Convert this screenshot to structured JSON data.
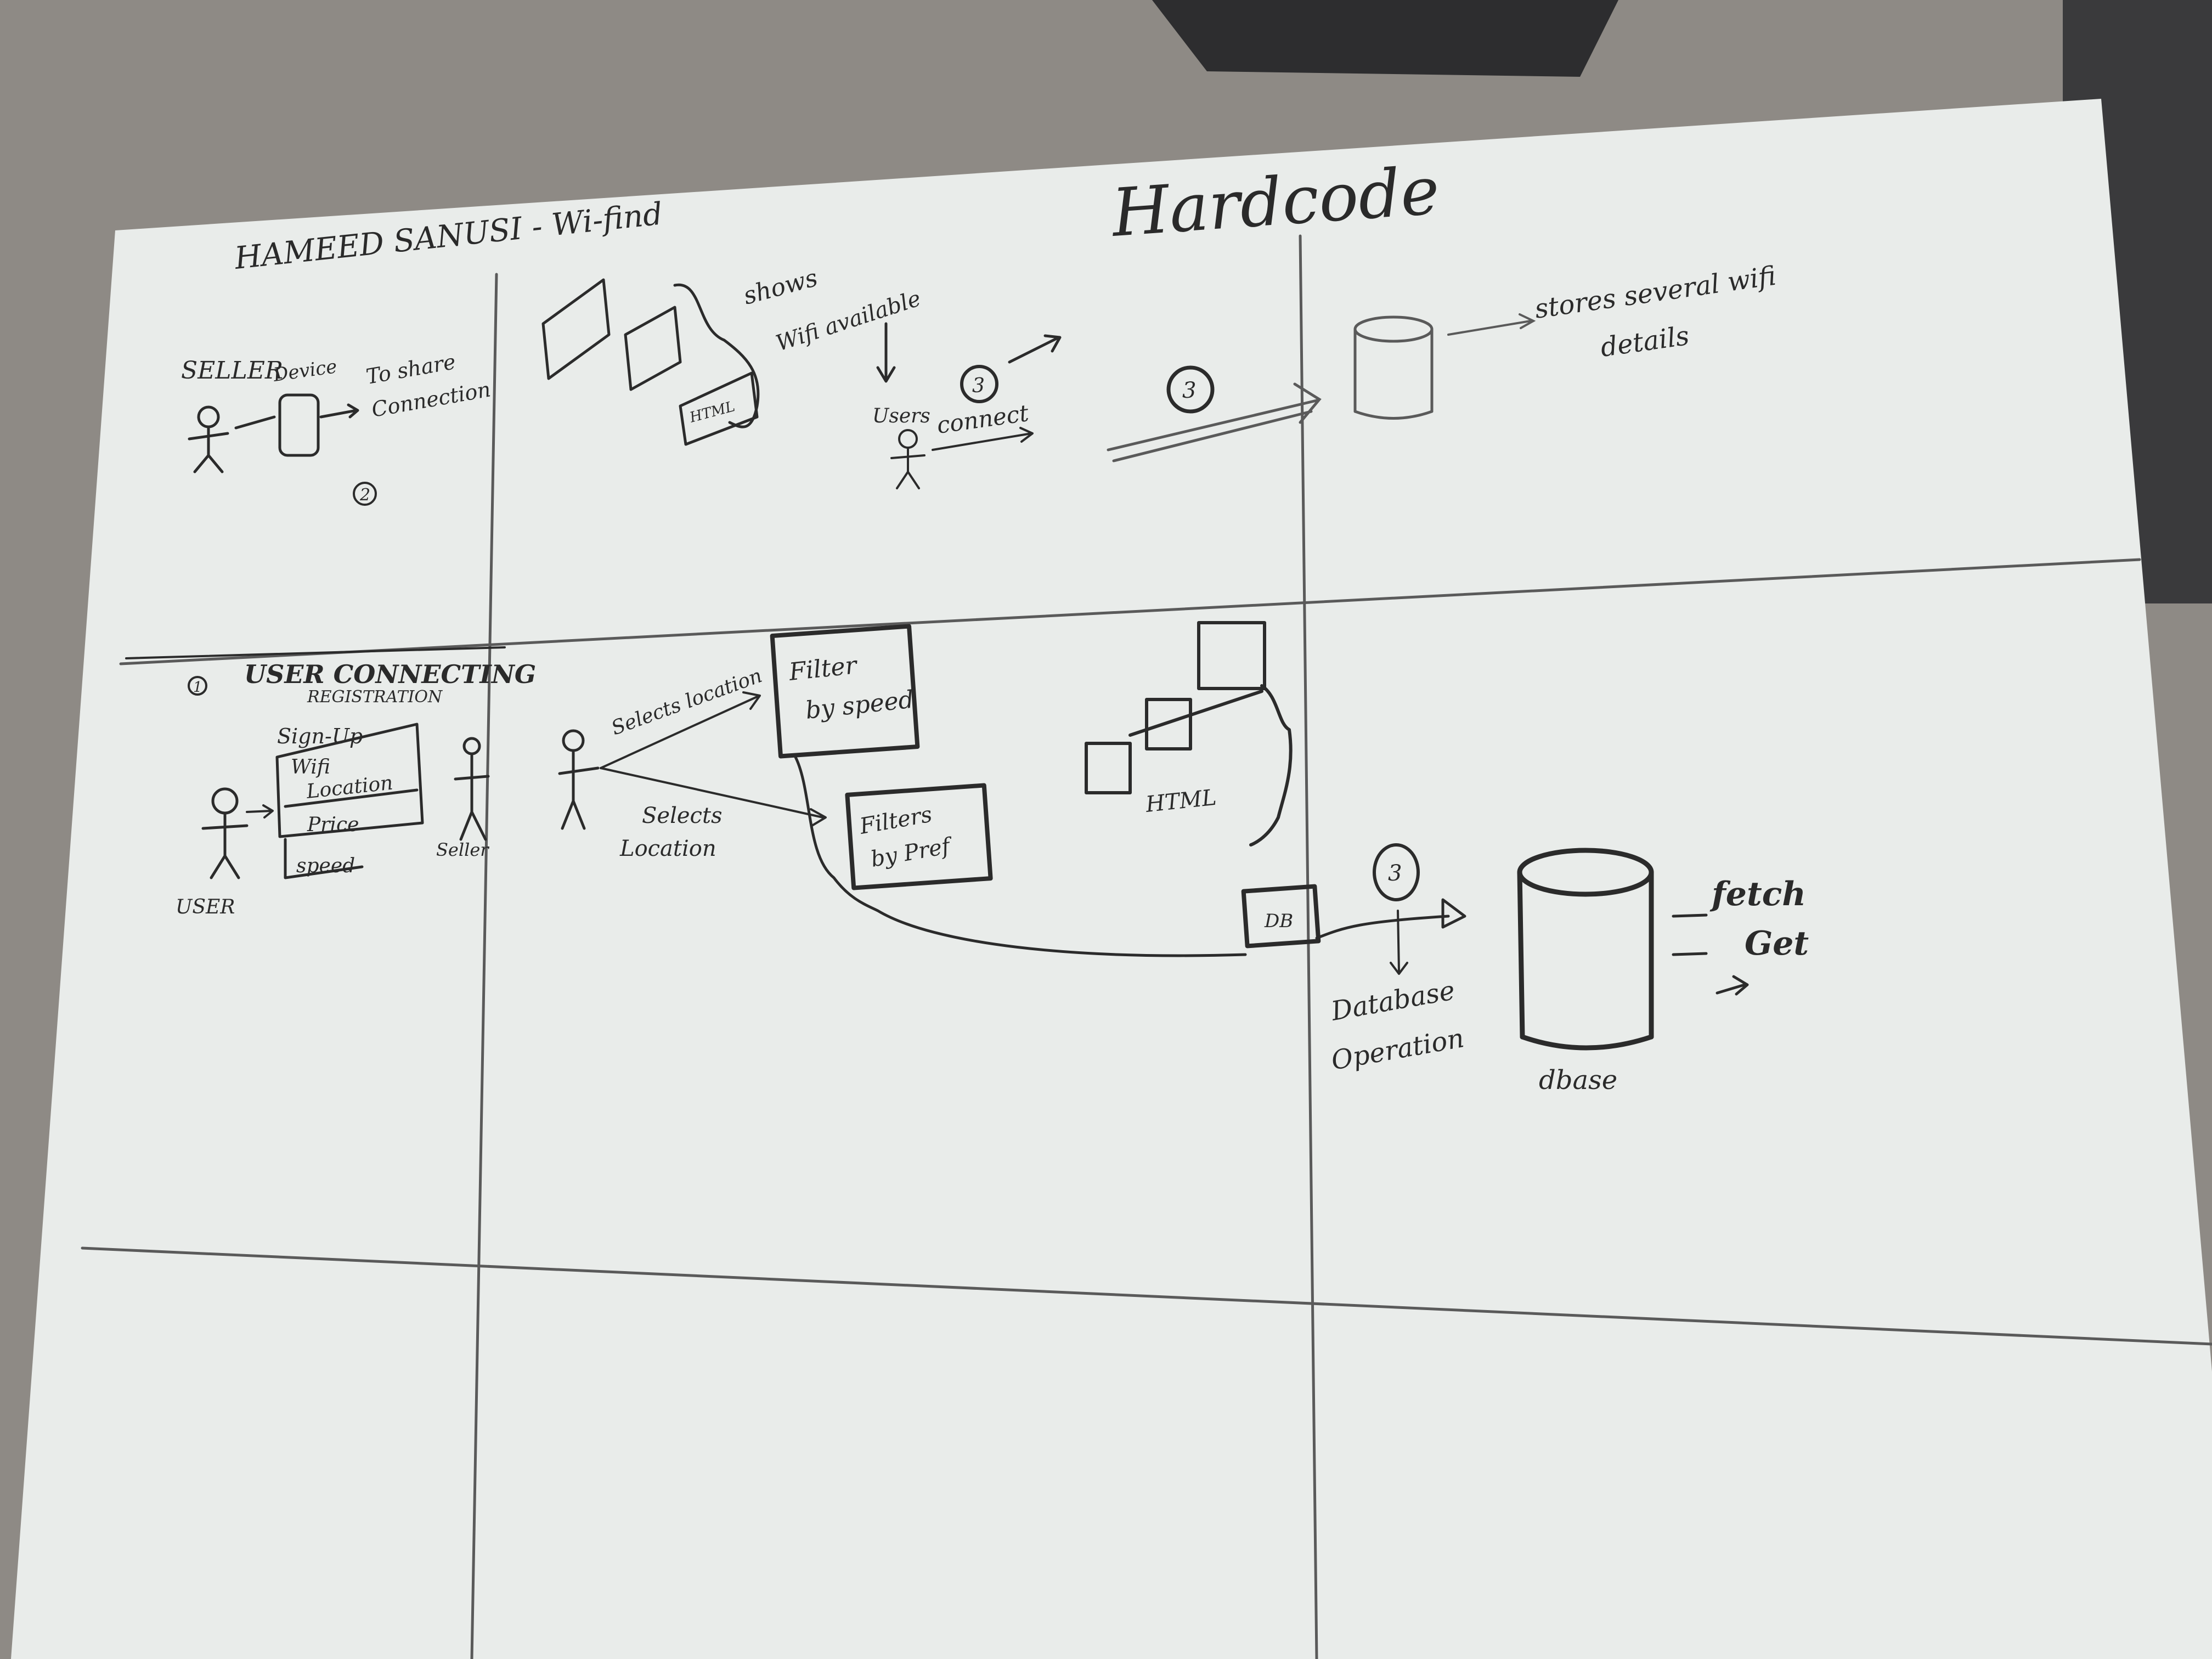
{
  "header": {
    "title": "HAMEED SANUSI - Wi-find",
    "hardcode": "Hardcode"
  },
  "panel1": {
    "seller": "SELLER",
    "device": "Device",
    "share_line1": "To share",
    "share_line2": "Connection",
    "step": "2"
  },
  "panel2": {
    "shows": "shows",
    "wifi_available": "Wifi available",
    "html": "HTML",
    "users": "Users",
    "connect": "connect",
    "step": "3"
  },
  "panel3": {
    "stores_line1": "stores several wifi",
    "stores_line2": "details"
  },
  "panel4": {
    "step": "1",
    "title": "USER CONNECTING",
    "registration": "REGISTRATION",
    "signup": "Sign-Up",
    "fields": [
      "Wifi",
      "Location",
      "Price",
      "speed"
    ],
    "user": "USER",
    "seller": "Seller"
  },
  "panel5": {
    "selects_location_top": "Selects location",
    "selects_location_bottom_line1": "Selects",
    "selects_location_bottom_line2": "Location",
    "filter_speed_line1": "Filter",
    "filter_speed_line2": "by speed",
    "filter_pref_line1": "Filters",
    "filter_pref_line2": "by Pref",
    "html": "HTML",
    "db": "DB",
    "step": "3",
    "db_op_line1": "Database",
    "db_op_line2": "Operation",
    "dbase": "dbase",
    "actions": [
      "fetch",
      "Get"
    ]
  }
}
